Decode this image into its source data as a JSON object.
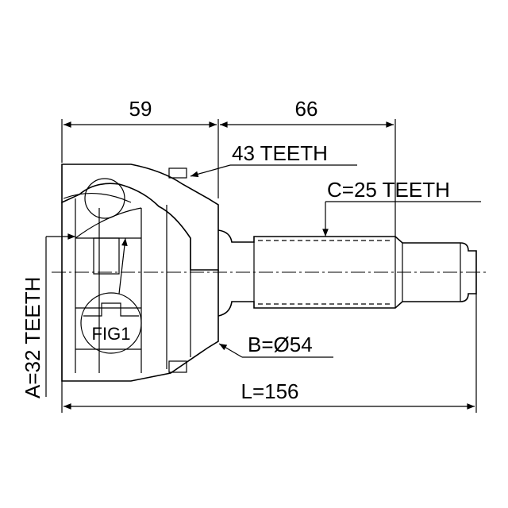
{
  "dimensions": {
    "outer_length": "59",
    "stem_length": "66",
    "total_length": "L=156"
  },
  "callouts": {
    "abs_ring": "43 TEETH",
    "outer_spline": "C=25 TEETH",
    "inner_spline": "A=32 TEETH",
    "seal_diameter": "B=Ø54",
    "figure": "FIG1"
  }
}
